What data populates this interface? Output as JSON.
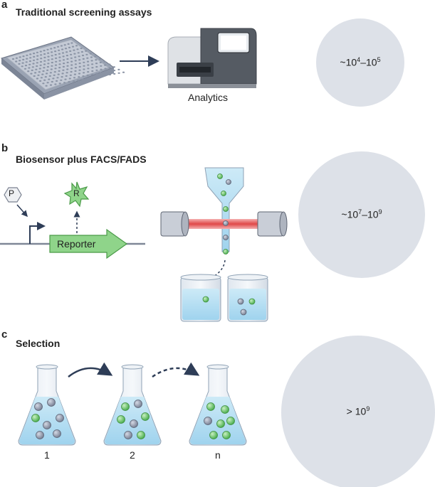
{
  "panels": {
    "a": {
      "letter": "a",
      "title": "Traditional screening assays",
      "instrument_label": "Analytics",
      "throughput": {
        "base1": "~10",
        "exp1": "4",
        "dash": "–",
        "base2": "10",
        "exp2": "5"
      }
    },
    "b": {
      "letter": "b",
      "title": "Biosensor plus FACS/FADS",
      "promoter_label": "P",
      "reporter_label": "R",
      "gene_label": "Reporter",
      "throughput": {
        "base1": "~10",
        "exp1": "7",
        "dash": "–",
        "base2": "10",
        "exp2": "9"
      }
    },
    "c": {
      "letter": "c",
      "title": "Selection",
      "flask_labels": [
        "1",
        "2",
        "n"
      ],
      "throughput": {
        "base1": "> 10",
        "exp1": "9"
      }
    }
  },
  "colors": {
    "circle": "#dde1e8",
    "green_cell": "#6cc46a",
    "grey_cell": "#8e96a8",
    "liquid": "#bfe3f3",
    "laser": "#e06060",
    "arrow": "#2e3d57",
    "reporter_fill": "#8fd48a"
  }
}
